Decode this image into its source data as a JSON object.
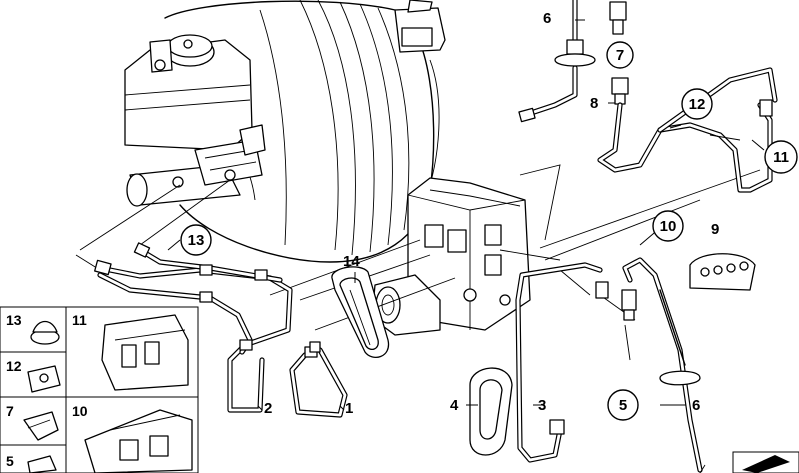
{
  "callouts": {
    "c1": "1",
    "c2": "2",
    "c3": "3",
    "c4": "4",
    "c5": "5",
    "c6_top": "6",
    "c6_bottom": "6",
    "c7": "7",
    "c8": "8",
    "c9": "9",
    "c10": "10",
    "c11": "11",
    "c12": "12",
    "c13": "13",
    "c14": "14"
  },
  "inset": {
    "labels": [
      "13",
      "11",
      "12",
      "7",
      "10",
      "5"
    ]
  },
  "icons": {
    "brake_booster": "brake-booster-icon",
    "master_cylinder": "master-cylinder-icon",
    "abs_unit": "abs-hydraulic-unit-icon",
    "brake_hoses": "brake-hose-icon",
    "brake_pipes": "brake-pipe-icon",
    "clips": "pipe-clip-icon",
    "catalog_arrow": "catalog-page-arrow-icon"
  }
}
